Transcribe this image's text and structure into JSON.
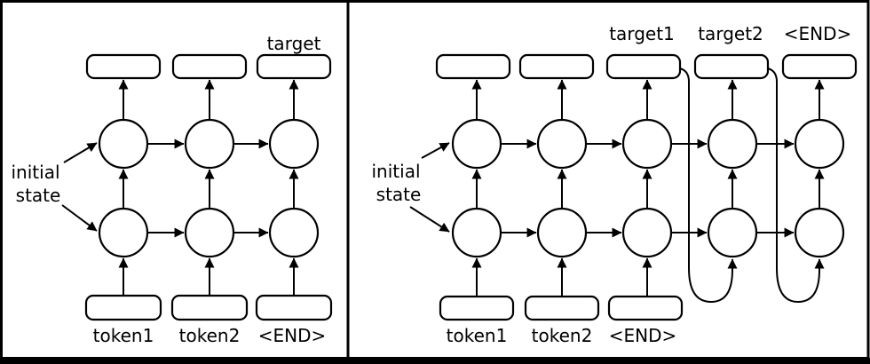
{
  "colors": {
    "ink": "#000000",
    "paper": "#ffffff"
  },
  "left_panel": {
    "output_label": "target",
    "input_labels": [
      "token1",
      "token2",
      "<END>"
    ],
    "annotation_line1": "initial",
    "annotation_line2": "state"
  },
  "right_panel": {
    "output_labels": [
      "target1",
      "target2",
      "<END>"
    ],
    "input_labels": [
      "token1",
      "token2",
      "<END>"
    ],
    "annotation_line1": "initial",
    "annotation_line2": "state"
  }
}
